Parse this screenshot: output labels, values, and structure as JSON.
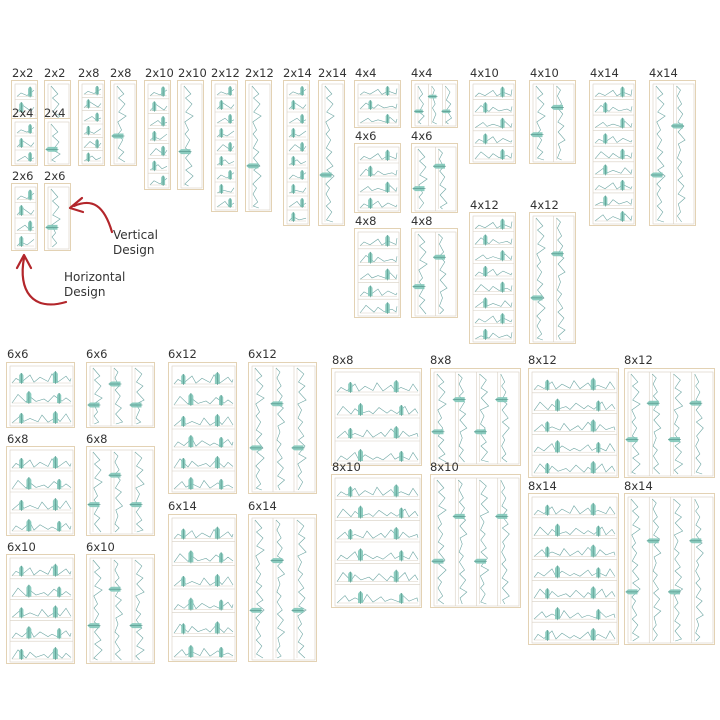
{
  "colors": {
    "frame": "#e3d2b4",
    "inner": "#d8cfc2",
    "mountain": "#6fa7a4",
    "tree": "#7fc6b8",
    "arrow": "#b3262b",
    "text": "#333333"
  },
  "annotations": {
    "vertical_design": "Vertical\nDesign",
    "horizontal_design": "Horizontal\nDesign"
  },
  "groups": [
    {
      "name": "row-a-small",
      "items": [
        {
          "label": "2x2",
          "pattern": "horizontal"
        },
        {
          "label": "2x2",
          "pattern": "vertical"
        },
        {
          "label": "2x8",
          "pattern": "horizontal"
        },
        {
          "label": "2x8",
          "pattern": "vertical"
        },
        {
          "label": "2x10",
          "pattern": "horizontal"
        },
        {
          "label": "2x10",
          "pattern": "vertical"
        },
        {
          "label": "2x12",
          "pattern": "horizontal"
        },
        {
          "label": "2x12",
          "pattern": "vertical"
        },
        {
          "label": "2x14",
          "pattern": "horizontal"
        },
        {
          "label": "2x14",
          "pattern": "vertical"
        },
        {
          "label": "2x4",
          "pattern": "horizontal"
        },
        {
          "label": "2x4",
          "pattern": "vertical"
        },
        {
          "label": "2x6",
          "pattern": "horizontal"
        },
        {
          "label": "2x6",
          "pattern": "vertical"
        }
      ]
    },
    {
      "name": "row-a-4",
      "items": [
        {
          "label": "4x4",
          "pattern": "horizontal"
        },
        {
          "label": "4x4",
          "pattern": "vertical"
        },
        {
          "label": "4x10",
          "pattern": "horizontal"
        },
        {
          "label": "4x10",
          "pattern": "vertical"
        },
        {
          "label": "4x14",
          "pattern": "horizontal"
        },
        {
          "label": "4x14",
          "pattern": "vertical"
        },
        {
          "label": "4x6",
          "pattern": "horizontal"
        },
        {
          "label": "4x6",
          "pattern": "vertical"
        },
        {
          "label": "4x8",
          "pattern": "horizontal"
        },
        {
          "label": "4x8",
          "pattern": "vertical"
        },
        {
          "label": "4x12",
          "pattern": "horizontal"
        },
        {
          "label": "4x12",
          "pattern": "vertical"
        }
      ]
    },
    {
      "name": "row-b-6",
      "items": [
        {
          "label": "6x6",
          "pattern": "horizontal"
        },
        {
          "label": "6x6",
          "pattern": "vertical"
        },
        {
          "label": "6x12",
          "pattern": "horizontal"
        },
        {
          "label": "6x12",
          "pattern": "vertical"
        },
        {
          "label": "6x8",
          "pattern": "horizontal"
        },
        {
          "label": "6x8",
          "pattern": "vertical"
        },
        {
          "label": "6x14",
          "pattern": "horizontal"
        },
        {
          "label": "6x14",
          "pattern": "vertical"
        },
        {
          "label": "6x10",
          "pattern": "horizontal"
        },
        {
          "label": "6x10",
          "pattern": "vertical"
        }
      ]
    },
    {
      "name": "row-b-8",
      "items": [
        {
          "label": "8x8",
          "pattern": "horizontal"
        },
        {
          "label": "8x8",
          "pattern": "vertical"
        },
        {
          "label": "8x12",
          "pattern": "horizontal"
        },
        {
          "label": "8x12",
          "pattern": "vertical"
        },
        {
          "label": "8x10",
          "pattern": "horizontal"
        },
        {
          "label": "8x10",
          "pattern": "vertical"
        },
        {
          "label": "8x14",
          "pattern": "horizontal"
        },
        {
          "label": "8x14",
          "pattern": "vertical"
        }
      ]
    }
  ]
}
